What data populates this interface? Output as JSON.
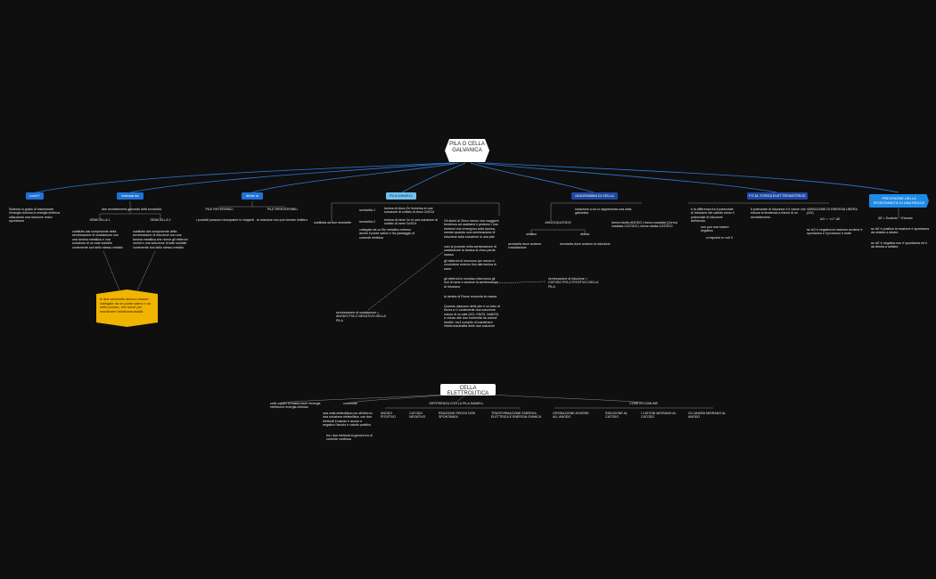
{
  "map1": {
    "root": {
      "text": "PILA O CELLA GALVANICA"
    },
    "branches": {
      "cos": {
        "label": "cos'è?",
        "desc": "Sistema in grado di trasformare l'energia chimica in energia elettrica utilizzando una reazione redox spontanea"
      },
      "formata": {
        "label": "formata da",
        "line": "due semielementi galvanici detti semicella",
        "sem1": "SEMICELLA 1",
        "sem2": "SEMICELLA 2",
        "desc1": "costituito dal componente della semireazione di ossidazione con una lamina metallica e una soluzione di un sale solubile contenente ioni dello stesso metallo",
        "desc2": "costituito dal componente della semireazione di riduzione con una lamina metallica che riceve gli elettroni ceduti e una soluzione di sale solubile contenente ioni dello stesso metallo",
        "note": "le due semicelle devono essere collegate da un ponte salino o un setto poroso, che serve per mantenere l'elettroneutralità"
      },
      "divise": {
        "label": "divise in",
        "a": "PILE REVERSIBILI",
        "b": "PILE IRREVERSIBILI",
        "adesc": "i prodotti possono ricomparire in reagenti",
        "bdesc": "la reazione non può tornare indietro"
      },
      "daniell": {
        "label": "PILA DANIELL",
        "costituita": "costituita da due semicelle",
        "s1": "semicella 1",
        "s2": "semicella 2",
        "s1d": "lamina di zinco Zn immersa in una soluzione di solfato di zinco ZnSO4",
        "s2d": "lamina di rame Cu in una soluzione di solfato di rame CuSO4",
        "collegate": "collegate da un filo metallico esterno anche il ponte salino e fra passaggio di corrente elettrica",
        "p1": "Gli atomi di Zinco hanno una maggiore tendenza ad ossidarsi e perdono i loro elettroni che emergono sulla lamina, mentre quando una semireazione di riduzione sulla soluzione in una pila",
        "p2": "così si procede nella semireazione di ossidazione la lamina di zinco perde massa",
        "p3": "gli elettroni si muovono per mezzo il conduttore esterno fino alla lamina di rame",
        "p4": "gli elettroni in eccesso ridurranno gli ioni di rame e avviene la semireazione di riduzione",
        "p5": "la lamina di Rame aumenta la massa",
        "p6": "Quando ciascuno delle pile è un tubo di forma a U contenente una soluzione satura di un sale (KCl, KNO3, NaNO3) a chiuso alle due estremità da cotone idrofilo, ha il compito di mantenere l'elettroneutralità delle due soluzioni",
        "leftnote": "semireazione di ossidazione = ANODO POLO NEGATIVO DELLA PILA",
        "rightnote": "semireazione di riduzione = CATODO POLO POSITIVO DELLA PILA"
      },
      "diagramma": {
        "label": "DIAGRAMMA DI CELLA",
        "desc": "notazione a cui si rappresenta una cella galvanica",
        "anodo": "ANODO|CATODO",
        "sx": "sinistra",
        "dx": "destra",
        "sxd": "semicella dove avviene l'ossidazione",
        "dxd": "semicella dove avviene la riduzione",
        "forma": "forma ridotta ANODO | forma ossidata || forma ossidata CATODO | forma ridotta CATODO"
      },
      "fem": {
        "label": "F.E.M. FORZA ELETTROMOTRICE",
        "d1": "è la differenza tra il potenziale di riduzione del catodo meno il potenziale di riduzione dell'anodo",
        "d2": "non può mai essere negativa",
        "d3": "si esprime in volt V",
        "d4": "Il potenziale di riduzione è il valore che misura la tendenza a ridursi di un semielemento"
      },
      "previsione": {
        "label": "PREVISIONE DELLA SPONTANEITÀ DI UNA REDOX",
        "v1": "VARIAZIONE DI ENERGIA LIBERA (ΔG)",
        "v2": "ΔG = −n F ΔE",
        "v3": "se ΔG è negativa la reazione avviene è spontanea e il processo è reale",
        "v4": "ΔE = Ecatodo − Eanodo",
        "v5": "se ΔE è positiva la reazione è spontanea da sinistra a destra",
        "v6": "se ΔE è negativa non è spontanea ed è da destra a sinistra"
      }
    }
  },
  "map2": {
    "root": {
      "text": "CELLA ELETTROLITICA"
    },
    "branches": {
      "cosa": {
        "desc": "celle capaci di trasformare l'energia elettrica in energia chimica"
      },
      "cont": {
        "label": "contenute",
        "d1": "una cella elettrolitica con all'interno una soluzione elettrolitica, con due elettrodi il catodo e anodo e negativo l'anodo e catodo positivo",
        "d2": "tra i due elettrodi si genera tra di corrente continua"
      },
      "diff": {
        "label": "DIFFERENZA CON LA PILA DANIELL",
        "a": "ANODO POSITIVO",
        "b": "CATODO NEGATIVO",
        "c": "REAZIONE REDOX NON SPONTANEA",
        "d": "TRASFORMAZIONE ENERGIA ELETTRICA E ENERGIA CHIMICA"
      },
      "comune": {
        "label": "COSE IN COMUNE",
        "a": "OSSIDAZIONE AVVIENE ALL'ANODO",
        "b": "RIDUZIONE AL CATODO",
        "c": "I CATIONI MIGRANO AL CATODO",
        "d": "GLI ANIONI MIGRANO AL ANODO"
      }
    }
  },
  "colors": {
    "bg": "#0f0f0f",
    "tag": "#1e73d8",
    "tagLight": "#6fc3f2",
    "tagDark": "#2049a6",
    "yellow": "#f1b400"
  }
}
